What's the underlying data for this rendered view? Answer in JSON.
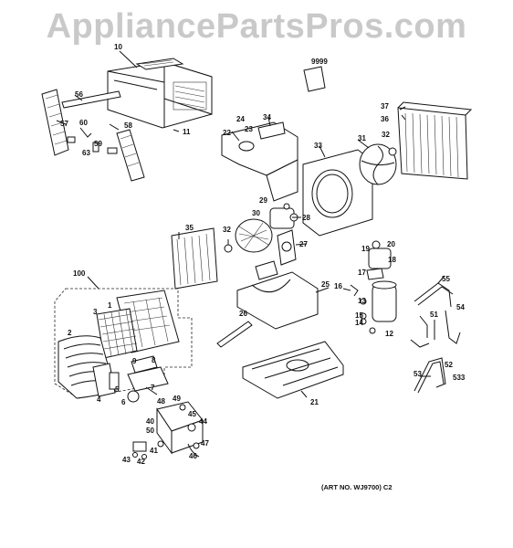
{
  "watermark": "AppliancePartsPros.com",
  "art_number": "(ART NO. WJ9700) C2",
  "callouts": [
    "10",
    "9999",
    "56",
    "57",
    "60",
    "58",
    "59",
    "63",
    "11",
    "34",
    "24",
    "23",
    "22",
    "33",
    "37",
    "36",
    "31",
    "32",
    "29",
    "30",
    "28",
    "35",
    "32",
    "27",
    "20",
    "19",
    "18",
    "55",
    "17",
    "25",
    "54",
    "16",
    "13",
    "51",
    "26",
    "15",
    "14",
    "12",
    "52",
    "100",
    "1",
    "3",
    "2",
    "9",
    "8",
    "53",
    "533",
    "5",
    "4",
    "6",
    "7",
    "48",
    "49",
    "45",
    "44",
    "40",
    "50",
    "47",
    "41",
    "46",
    "43",
    "42",
    "21"
  ]
}
